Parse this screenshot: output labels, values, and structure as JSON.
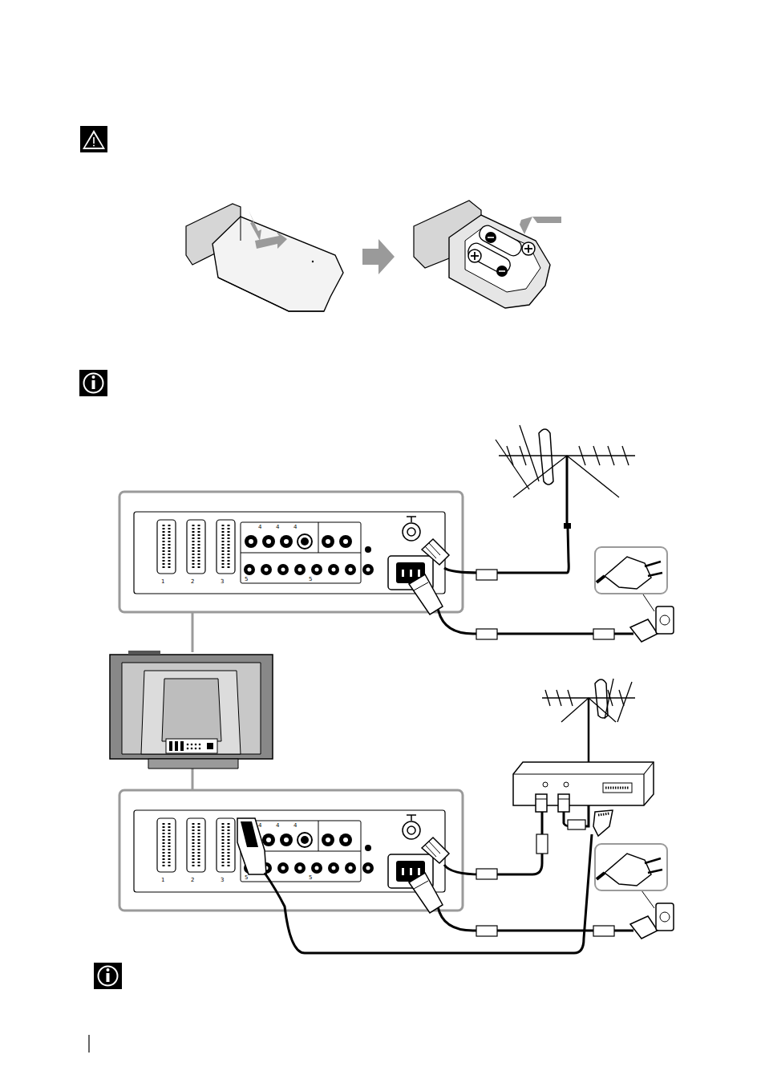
{
  "diagram": {
    "labels": [
      "1",
      "2",
      "3",
      "4",
      "4",
      "4",
      "5",
      "5",
      "1",
      "2",
      "3",
      "4",
      "4",
      "4",
      "5",
      "5"
    ]
  }
}
